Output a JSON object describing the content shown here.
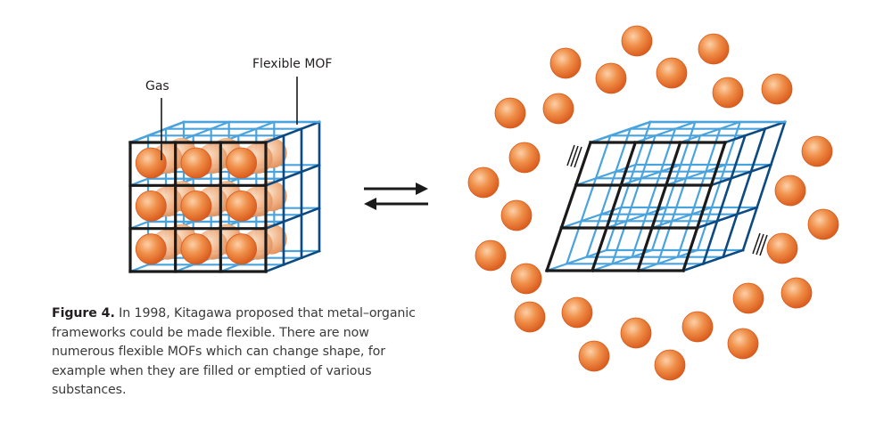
{
  "figure": {
    "labels": {
      "gas": "Gas",
      "framework": "Flexible MOF"
    },
    "caption": {
      "lead": "Figure 4.",
      "body": " In 1998, Kitagawa proposed that metal–organic frameworks could be made flexible. There are now numerous flexible MOFs which can change shape, for example when they are filled or emptied of various substances."
    },
    "left_panel": {
      "state": "filled framework (gas adsorbed)",
      "grid": "3x3x3",
      "gas_molecules_visible_front": 9
    },
    "equilibrium_arrows": "reversible (⇄)",
    "right_panel": {
      "state": "distorted framework, gas released",
      "grid": "3x3x3",
      "free_gas_molecules": 27,
      "deformation_marks": [
        "top-left",
        "bottom-right"
      ]
    },
    "colors": {
      "gas": "#e8742e",
      "gas_highlight": "#fbc9a0",
      "framework_front": "#1a1a1a",
      "framework_inner": "#4aa3dc",
      "framework_side": "#0e4a82"
    }
  }
}
